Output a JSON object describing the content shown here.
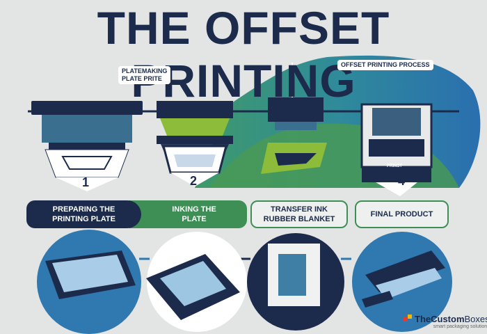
{
  "title": "THE OFFSET PRINTING",
  "callouts": {
    "plate": [
      "PLATEMAKING",
      "PLATE PRITE"
    ],
    "process": "OFFSET PRINTING PROCESS"
  },
  "step_numbers": [
    "1",
    "2",
    "4"
  ],
  "steps": [
    {
      "line1": "PREPARING THE",
      "line2": "PRINTING PLATE"
    },
    {
      "line1": "INKING THE",
      "line2": "PLATE"
    },
    {
      "line1": "TRANSFER INK",
      "line2": "RUBBER BLANKET"
    },
    {
      "line1": "FINAL PRODUCT",
      "line2": ""
    }
  ],
  "machine_label": "PRINST",
  "logo": {
    "name_bold": "TheCustom",
    "name_light": "Boxes",
    "tagline": "smart packaging solutions"
  },
  "colors": {
    "navy": "#1c2b4c",
    "green": "#3e8f55",
    "blue": "#2f78b0",
    "lime": "#8dbb3a"
  }
}
